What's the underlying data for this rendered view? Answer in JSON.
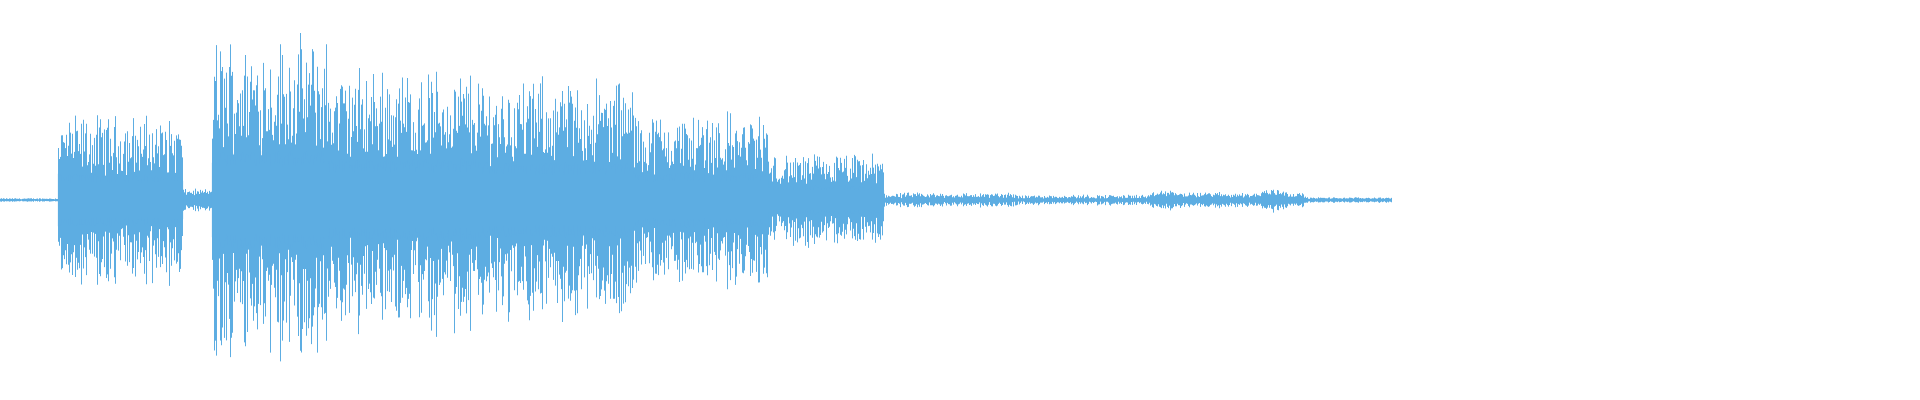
{
  "waveform": {
    "color": "#5dade2",
    "background": "#ffffff",
    "duration_fraction_visible": 0.725,
    "segments": [
      {
        "start": 0.0,
        "end": 0.03,
        "amp": 0.01,
        "density": "low"
      },
      {
        "start": 0.03,
        "end": 0.095,
        "amp": 0.46,
        "density": "high"
      },
      {
        "start": 0.095,
        "end": 0.11,
        "amp": 0.06,
        "density": "low"
      },
      {
        "start": 0.11,
        "end": 0.17,
        "amp": 0.88,
        "density": "high"
      },
      {
        "start": 0.17,
        "end": 0.25,
        "amp": 0.72,
        "density": "high"
      },
      {
        "start": 0.25,
        "end": 0.33,
        "amp": 0.66,
        "density": "high"
      },
      {
        "start": 0.33,
        "end": 0.4,
        "amp": 0.48,
        "density": "high"
      },
      {
        "start": 0.4,
        "end": 0.46,
        "amp": 0.25,
        "density": "high"
      },
      {
        "start": 0.46,
        "end": 0.53,
        "amp": 0.04,
        "density": "medium"
      },
      {
        "start": 0.53,
        "end": 0.6,
        "amp": 0.03,
        "density": "medium"
      },
      {
        "start": 0.6,
        "end": 0.68,
        "amp": 0.04,
        "density": "blips"
      },
      {
        "start": 0.68,
        "end": 0.725,
        "amp": 0.015,
        "density": "low"
      }
    ]
  }
}
